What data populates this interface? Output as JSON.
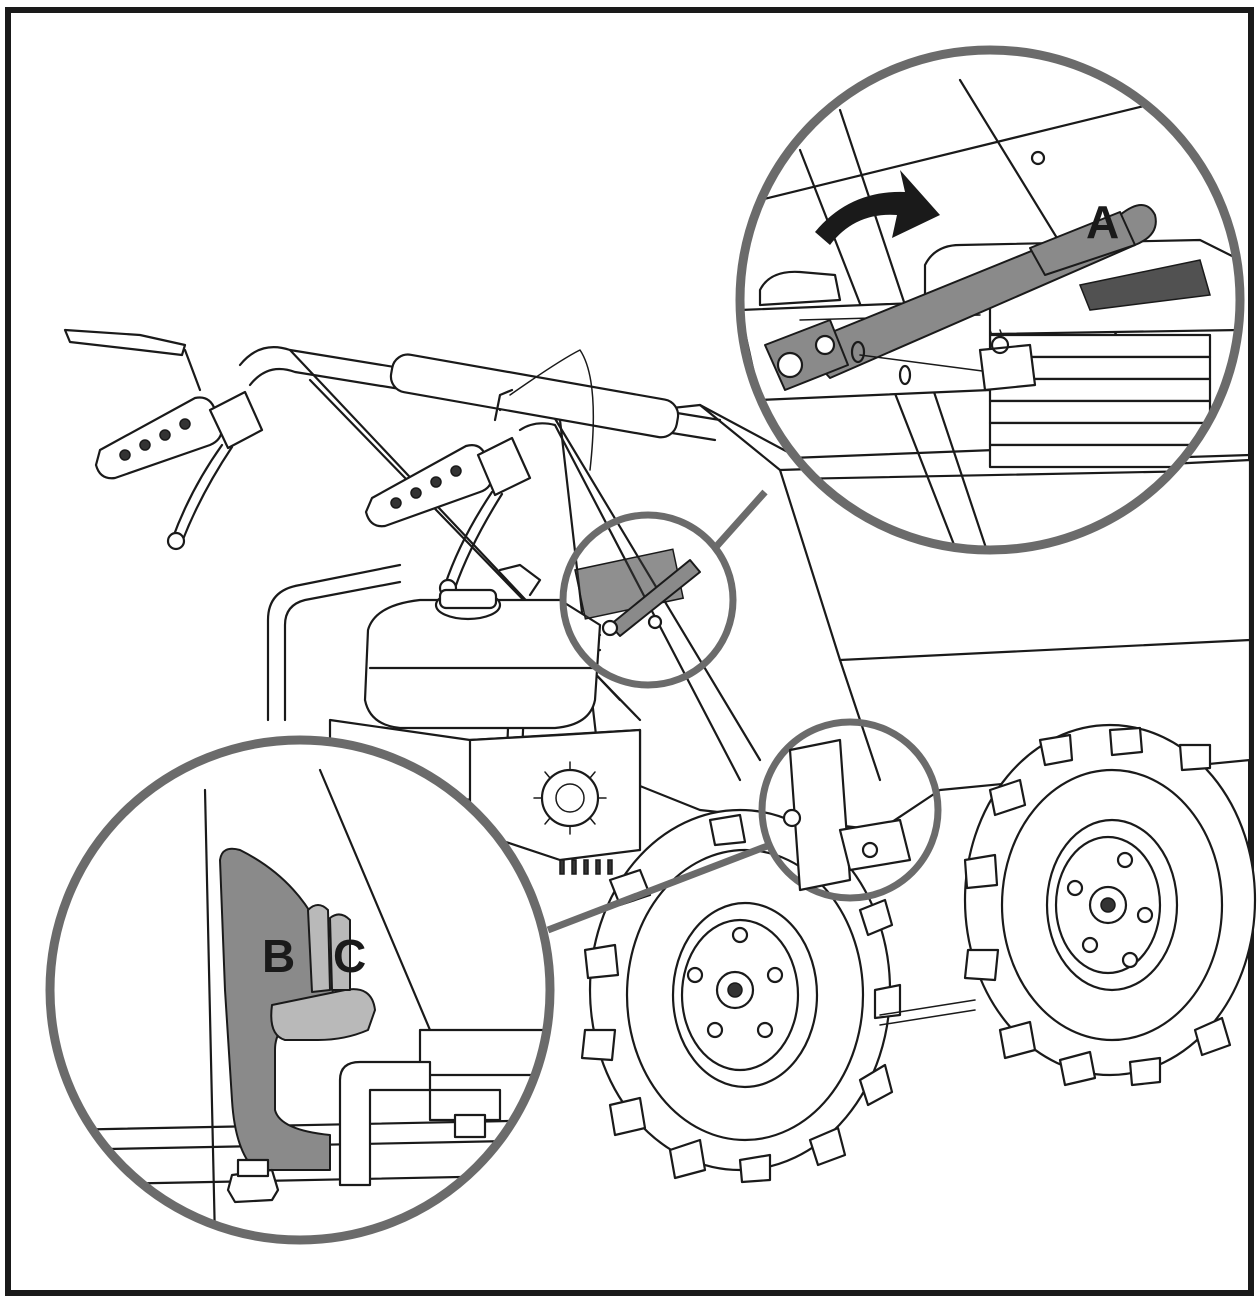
{
  "callouts": [
    {
      "id": "A",
      "label": "A"
    },
    {
      "id": "B",
      "label": "B"
    },
    {
      "id": "C",
      "label": "C"
    }
  ],
  "colors": {
    "outline": "#1a1a1a",
    "highlight_part": "#8a8a8a",
    "magnifier_ring": "#6b6b6b",
    "background": "#ffffff"
  }
}
